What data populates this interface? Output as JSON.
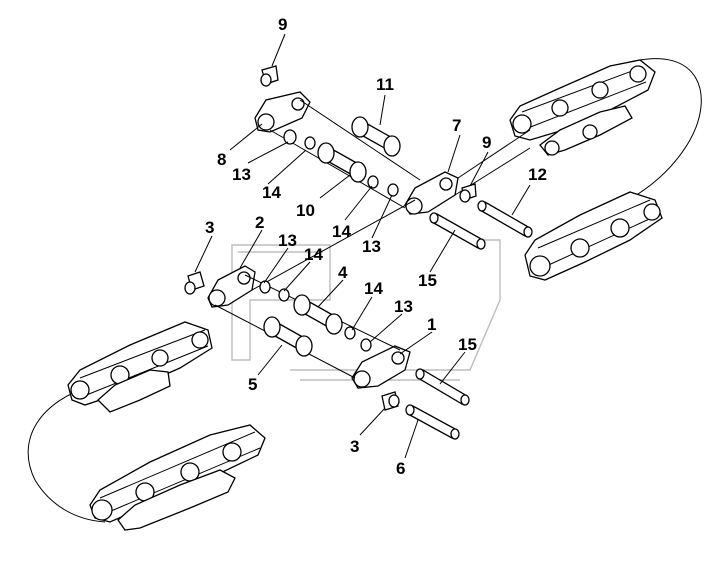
{
  "diagram": {
    "type": "exploded-parts-view",
    "subject": "track chain assembly",
    "line_color": "#000000",
    "background": "#ffffff"
  },
  "callouts": [
    {
      "id": "c9a",
      "text": "9"
    },
    {
      "id": "c11",
      "text": "11"
    },
    {
      "id": "c7",
      "text": "7"
    },
    {
      "id": "c9b",
      "text": "9"
    },
    {
      "id": "c8",
      "text": "8"
    },
    {
      "id": "c13a",
      "text": "13"
    },
    {
      "id": "c14a",
      "text": "14"
    },
    {
      "id": "c12",
      "text": "12"
    },
    {
      "id": "c10",
      "text": "10"
    },
    {
      "id": "c14b",
      "text": "14"
    },
    {
      "id": "c3a",
      "text": "3"
    },
    {
      "id": "c2",
      "text": "2"
    },
    {
      "id": "c13b",
      "text": "13"
    },
    {
      "id": "c14c",
      "text": "14"
    },
    {
      "id": "c13c",
      "text": "13"
    },
    {
      "id": "c15a",
      "text": "15"
    },
    {
      "id": "c4",
      "text": "4"
    },
    {
      "id": "c14d",
      "text": "14"
    },
    {
      "id": "c13d",
      "text": "13"
    },
    {
      "id": "c1",
      "text": "1"
    },
    {
      "id": "c15b",
      "text": "15"
    },
    {
      "id": "c5",
      "text": "5"
    },
    {
      "id": "c3b",
      "text": "3"
    },
    {
      "id": "c6",
      "text": "6"
    }
  ]
}
